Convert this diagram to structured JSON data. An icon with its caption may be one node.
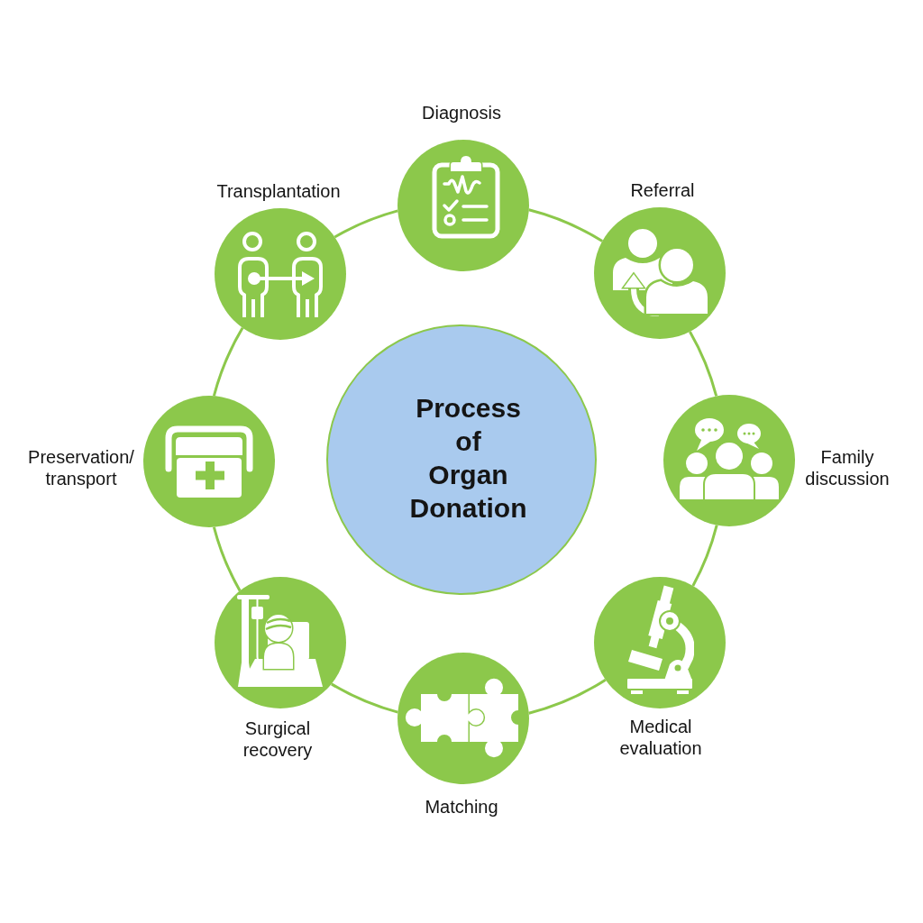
{
  "diagram": {
    "nodes": [
      {
        "text": [
          "Process of Organ Donation"
        ]
      },
      {
        "text": [
          "Diagnosis"
        ]
      },
      {
        "text": [
          "Referral"
        ]
      },
      {
        "text": [
          "Family discussion"
        ]
      },
      {
        "text": [
          "Medical evaluation"
        ]
      },
      {
        "text": [
          "Matching"
        ]
      },
      {
        "text": [
          "Surgical recovery"
        ]
      },
      {
        "text": [
          "Preservation/ transport"
        ]
      },
      {
        "text": [
          "Transplantation"
        ]
      }
    ],
    "edges": [
      {
        "from": 1,
        "to": 2,
        "arrow": "none"
      },
      {
        "from": 2,
        "to": 3,
        "arrow": "none"
      },
      {
        "from": 3,
        "to": 4,
        "arrow": "none"
      },
      {
        "from": 4,
        "to": 5,
        "arrow": "none"
      },
      {
        "from": 5,
        "to": 6,
        "arrow": "none"
      },
      {
        "from": 6,
        "to": 7,
        "arrow": "none"
      },
      {
        "from": 7,
        "to": 8,
        "arrow": "none"
      },
      {
        "from": 8,
        "to": 1,
        "arrow": "none"
      }
    ]
  }
}
